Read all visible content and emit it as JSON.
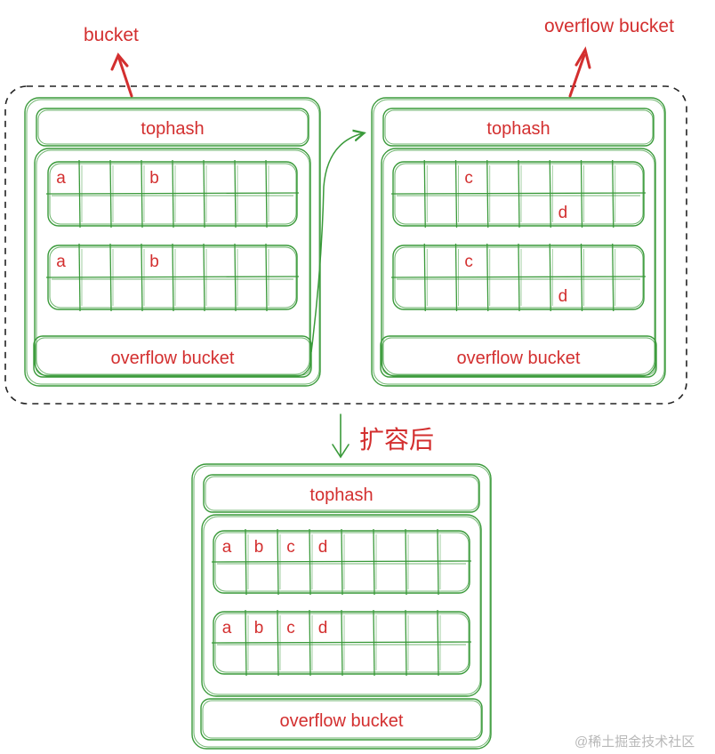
{
  "colors": {
    "box": "#3a9a3a",
    "text": "#d32f2f",
    "dashed": "#222222",
    "arrow_red": "#d32f2f",
    "arrow_green": "#3a9a3a",
    "watermark": "#b8b8b8"
  },
  "labels": {
    "bucket_pointer": "bucket",
    "overflow_pointer": "overflow bucket",
    "expand": "扩容后",
    "watermark": "@稀土掘金技术社区"
  },
  "buckets": {
    "before_main": {
      "tophash": "tophash",
      "overflow": "overflow bucket",
      "rows": [
        {
          "top": [
            "a",
            "",
            "",
            "b",
            "",
            "",
            "",
            ""
          ],
          "bottom": [
            "",
            "",
            "",
            "",
            "",
            "",
            "",
            ""
          ]
        },
        {
          "top": [
            "a",
            "",
            "",
            "b",
            "",
            "",
            "",
            ""
          ],
          "bottom": [
            "",
            "",
            "",
            "",
            "",
            "",
            "",
            ""
          ]
        }
      ]
    },
    "before_overflow": {
      "tophash": "tophash",
      "overflow": "overflow bucket",
      "rows": [
        {
          "top": [
            "",
            "",
            "c",
            "",
            "",
            "",
            "",
            ""
          ],
          "bottom": [
            "",
            "",
            "",
            "",
            "",
            "d",
            "",
            ""
          ]
        },
        {
          "top": [
            "",
            "",
            "c",
            "",
            "",
            "",
            "",
            ""
          ],
          "bottom": [
            "",
            "",
            "",
            "",
            "",
            "d",
            "",
            ""
          ]
        }
      ]
    },
    "after": {
      "tophash": "tophash",
      "overflow": "overflow bucket",
      "rows": [
        {
          "top": [
            "a",
            "b",
            "c",
            "d",
            "",
            "",
            "",
            ""
          ],
          "bottom": [
            "",
            "",
            "",
            "",
            "",
            "",
            "",
            ""
          ]
        },
        {
          "top": [
            "a",
            "b",
            "c",
            "d",
            "",
            "",
            "",
            ""
          ],
          "bottom": [
            "",
            "",
            "",
            "",
            "",
            "",
            "",
            ""
          ]
        }
      ]
    }
  }
}
